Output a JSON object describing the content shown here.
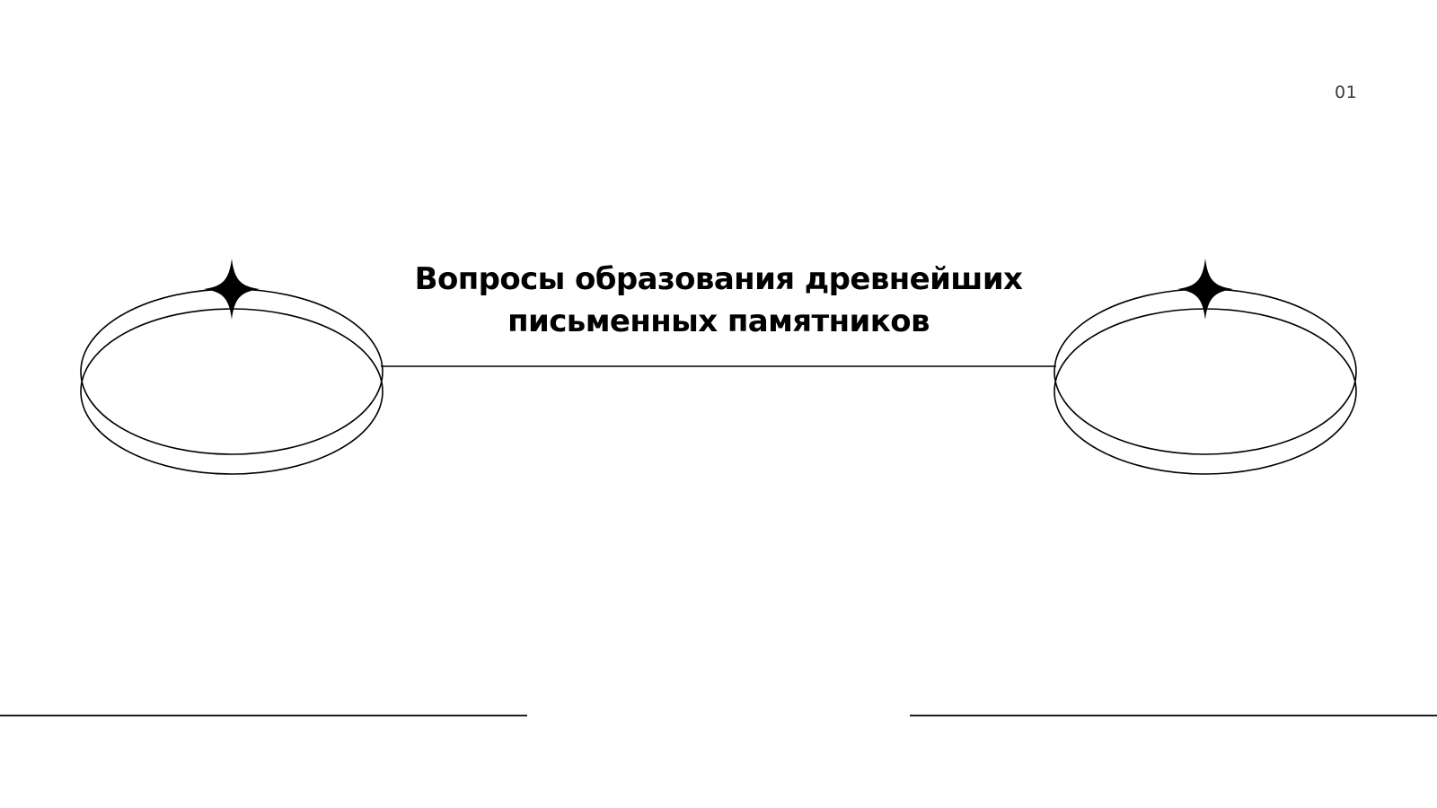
{
  "slide": {
    "page_number": "01",
    "title_lines": [
      "Вопросы образования древнейших",
      "письменных памятников"
    ]
  },
  "decor": {
    "icons": [
      "sparkle-star-icon",
      "double-ellipse-ring"
    ],
    "colors": {
      "background": "#ffffff",
      "ink": "#000000",
      "page_number": "#3a3a3a",
      "rule": "#1e1e1e"
    }
  }
}
